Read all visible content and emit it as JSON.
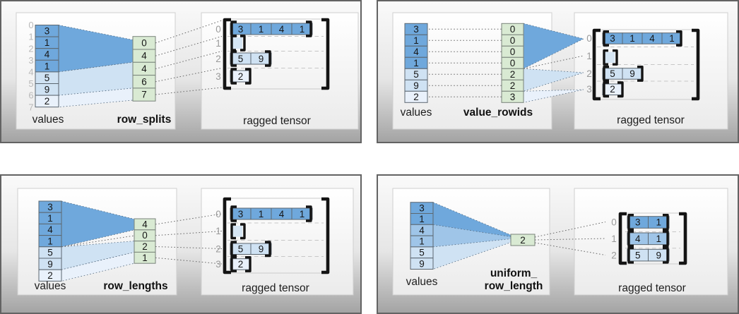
{
  "colors": {
    "blue_dark": "#6fa8dc",
    "blue_medium": "#9fc5e8",
    "blue_light": "#cfe2f3",
    "blue_faint": "#e9f1fb",
    "green": "#d9ead3"
  },
  "panels": [
    {
      "title": "row_splits",
      "values_label": "values",
      "tensor_label": "ragged tensor",
      "split_indices": [
        "0",
        "1",
        "2",
        "3",
        "4",
        "5",
        "6",
        "7"
      ],
      "values": [
        "3",
        "1",
        "4",
        "1",
        "5",
        "9",
        "2"
      ],
      "param": [
        "0",
        "4",
        "4",
        "6",
        "7"
      ],
      "row_labels": [
        "0",
        "1",
        "2",
        "3"
      ],
      "tensor_rows": [
        [
          "3",
          "1",
          "4",
          "1"
        ],
        [],
        [
          "5",
          "9"
        ],
        [
          "2"
        ]
      ]
    },
    {
      "title": "value_rowids",
      "values_label": "values",
      "tensor_label": "ragged tensor",
      "values": [
        "3",
        "1",
        "4",
        "1",
        "5",
        "9",
        "2"
      ],
      "param": [
        "0",
        "0",
        "0",
        "0",
        "2",
        "2",
        "3"
      ],
      "row_labels": [
        "0",
        "1",
        "2",
        "3"
      ],
      "tensor_rows": [
        [
          "3",
          "1",
          "4",
          "1"
        ],
        [],
        [
          "5",
          "9"
        ],
        [
          "2"
        ]
      ]
    },
    {
      "title": "row_lengths",
      "values_label": "values",
      "tensor_label": "ragged tensor",
      "values": [
        "3",
        "1",
        "4",
        "1",
        "5",
        "9",
        "2"
      ],
      "param": [
        "4",
        "0",
        "2",
        "1"
      ],
      "row_labels": [
        "0",
        "1",
        "2",
        "3"
      ],
      "tensor_rows": [
        [
          "3",
          "1",
          "4",
          "1"
        ],
        [],
        [
          "5",
          "9"
        ],
        [
          "2"
        ]
      ]
    },
    {
      "title_line1": "uniform_",
      "title_line2": "row_length",
      "values_label": "values",
      "tensor_label": "ragged tensor",
      "values": [
        "3",
        "1",
        "4",
        "1",
        "5",
        "9"
      ],
      "param": [
        "2"
      ],
      "row_labels": [
        "0",
        "1",
        "2"
      ],
      "tensor_rows": [
        [
          "3",
          "1"
        ],
        [
          "4",
          "1"
        ],
        [
          "5",
          "9"
        ]
      ]
    }
  ]
}
